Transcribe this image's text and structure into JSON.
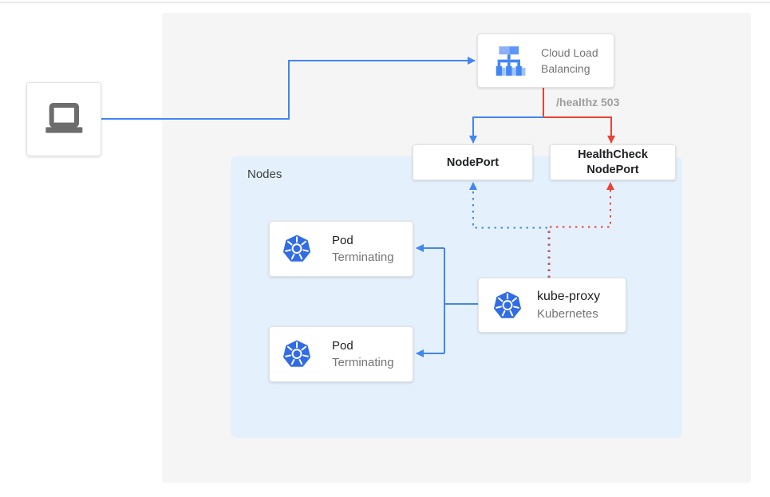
{
  "diagram": {
    "load_balancer": {
      "label": "Cloud Load Balancing"
    },
    "edge_label_healthz": "/healthz 503",
    "nodeport_label": "NodePort",
    "healthcheck_nodeport_label": "HealthCheck NodePort",
    "nodes_label": "Nodes",
    "pods": [
      {
        "title": "Pod",
        "status": "Terminating"
      },
      {
        "title": "Pod",
        "status": "Terminating"
      }
    ],
    "kube_proxy": {
      "title": "kube-proxy",
      "subtitle": "Kubernetes"
    },
    "icons": {
      "client": "laptop-icon",
      "load_balancer": "load-balancer-icon",
      "pod": "kubernetes-icon",
      "kube_proxy": "kubernetes-icon"
    },
    "colors": {
      "flow_blue": "#4285f4",
      "flow_red": "#ea4335",
      "panel_bg": "#f5f5f5",
      "nodes_bg": "#e4f1fc",
      "kubernetes_blue": "#326ce5",
      "muted_text": "#757575"
    }
  }
}
